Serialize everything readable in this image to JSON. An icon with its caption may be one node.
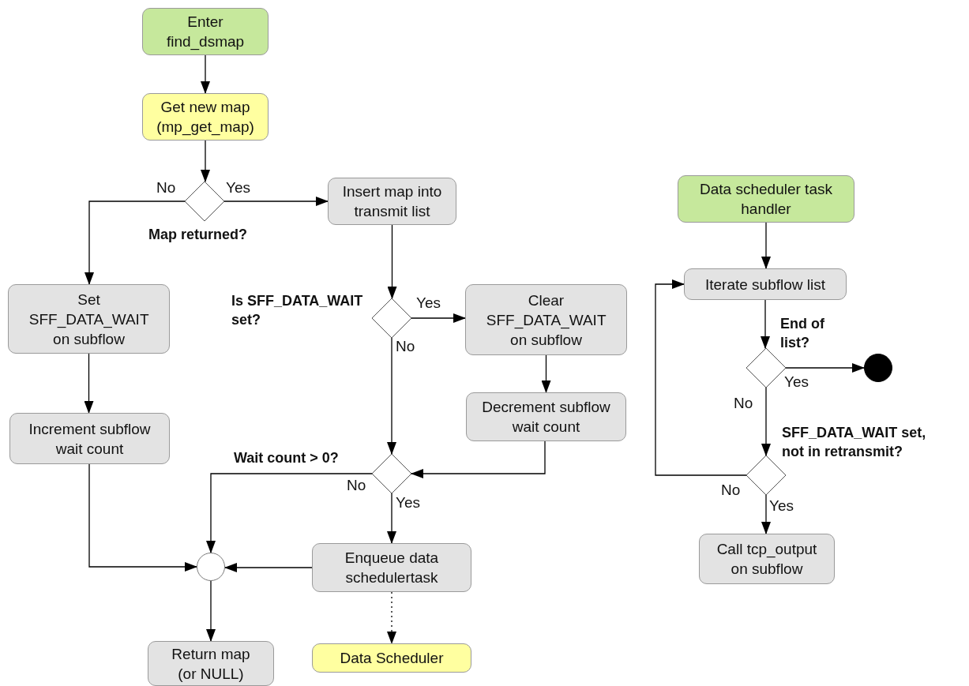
{
  "diagram": {
    "nodes": [
      {
        "text": [
          "Enter find_dsmap"
        ]
      },
      {
        "text": [
          "Get new map (mp_get_map)"
        ]
      },
      {
        "text": [
          "Map returned?"
        ]
      },
      {
        "text": [
          "Insert map into transmit list"
        ]
      },
      {
        "text": [
          "Set SFF_DATA_WAIT on subflow"
        ]
      },
      {
        "text": [
          "Is SFF_DATA_WAIT set?"
        ]
      },
      {
        "text": [
          "Clear SFF_DATA_WAIT on subflow"
        ]
      },
      {
        "text": [
          "Increment subflow wait count"
        ]
      },
      {
        "text": [
          "Decrement subflow wait count"
        ]
      },
      {
        "text": [
          "Wait count > 0?"
        ]
      },
      {
        "text": [
          "Enqueue data schedulertask"
        ]
      },
      {
        "text": [],
        "shape": "circle"
      },
      {
        "text": [
          "Return map (or NULL)"
        ]
      },
      {
        "text": [
          "Data Scheduler"
        ]
      },
      {
        "text": [
          "Data scheduler task handler"
        ]
      },
      {
        "text": [
          "Iterate subflow list"
        ]
      },
      {
        "text": [
          "End of list?"
        ]
      },
      {
        "text": [],
        "shape": "circle"
      },
      {
        "text": [
          "SFF_DATA_WAIT set, not in retransmit?"
        ]
      },
      {
        "text": [
          "Call tcp_output on subflow"
        ]
      }
    ],
    "edges": [
      {
        "from": 0,
        "to": 1,
        "arrow": "to"
      },
      {
        "from": 1,
        "to": 2,
        "arrow": "to"
      },
      {
        "from": 2,
        "to": 3,
        "arrow": "to",
        "label": "Yes"
      },
      {
        "from": 2,
        "to": 4,
        "arrow": "to",
        "label": "No"
      },
      {
        "from": 3,
        "to": 5,
        "arrow": "to"
      },
      {
        "from": 5,
        "to": 6,
        "arrow": "to",
        "label": "Yes"
      },
      {
        "from": 5,
        "to": 9,
        "arrow": "to",
        "label": "No"
      },
      {
        "from": 6,
        "to": 8,
        "arrow": "to"
      },
      {
        "from": 8,
        "to": 9,
        "arrow": "to"
      },
      {
        "from": 9,
        "to": 11,
        "arrow": "to",
        "label": "No"
      },
      {
        "from": 9,
        "to": 10,
        "arrow": "to",
        "label": "Yes"
      },
      {
        "from": 4,
        "to": 7,
        "arrow": "to"
      },
      {
        "from": 7,
        "to": 11,
        "arrow": "to"
      },
      {
        "from": 10,
        "to": 11,
        "arrow": "to"
      },
      {
        "from": 11,
        "to": 12,
        "arrow": "to"
      },
      {
        "from": 10,
        "to": 13,
        "arrow": "to",
        "style": "dashed"
      },
      {
        "from": 14,
        "to": 15,
        "arrow": "to"
      },
      {
        "from": 15,
        "to": 16,
        "arrow": "to"
      },
      {
        "from": 16,
        "to": 17,
        "arrow": "to",
        "label": "Yes"
      },
      {
        "from": 16,
        "to": 18,
        "arrow": "to",
        "label": "No"
      },
      {
        "from": 18,
        "to": 15,
        "arrow": "to",
        "label": "No"
      },
      {
        "from": 18,
        "to": 19,
        "arrow": "to",
        "label": "Yes"
      }
    ]
  }
}
